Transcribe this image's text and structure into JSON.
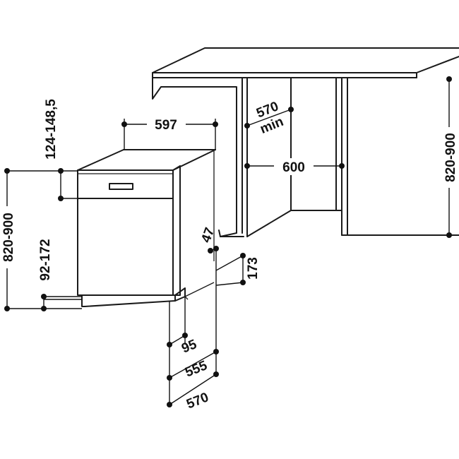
{
  "dimensions": {
    "unit_width": "597",
    "counter_depth": "570",
    "counter_depth_note": "min",
    "niche_width": "600",
    "niche_height": "820-900",
    "unit_height": "820-900",
    "top_gap": "124-148,5",
    "plinth_height": "92-172",
    "door_offset": "47",
    "plinth_depth": "173",
    "foot_setback": "95",
    "body_depth": "555",
    "total_depth": "570"
  }
}
